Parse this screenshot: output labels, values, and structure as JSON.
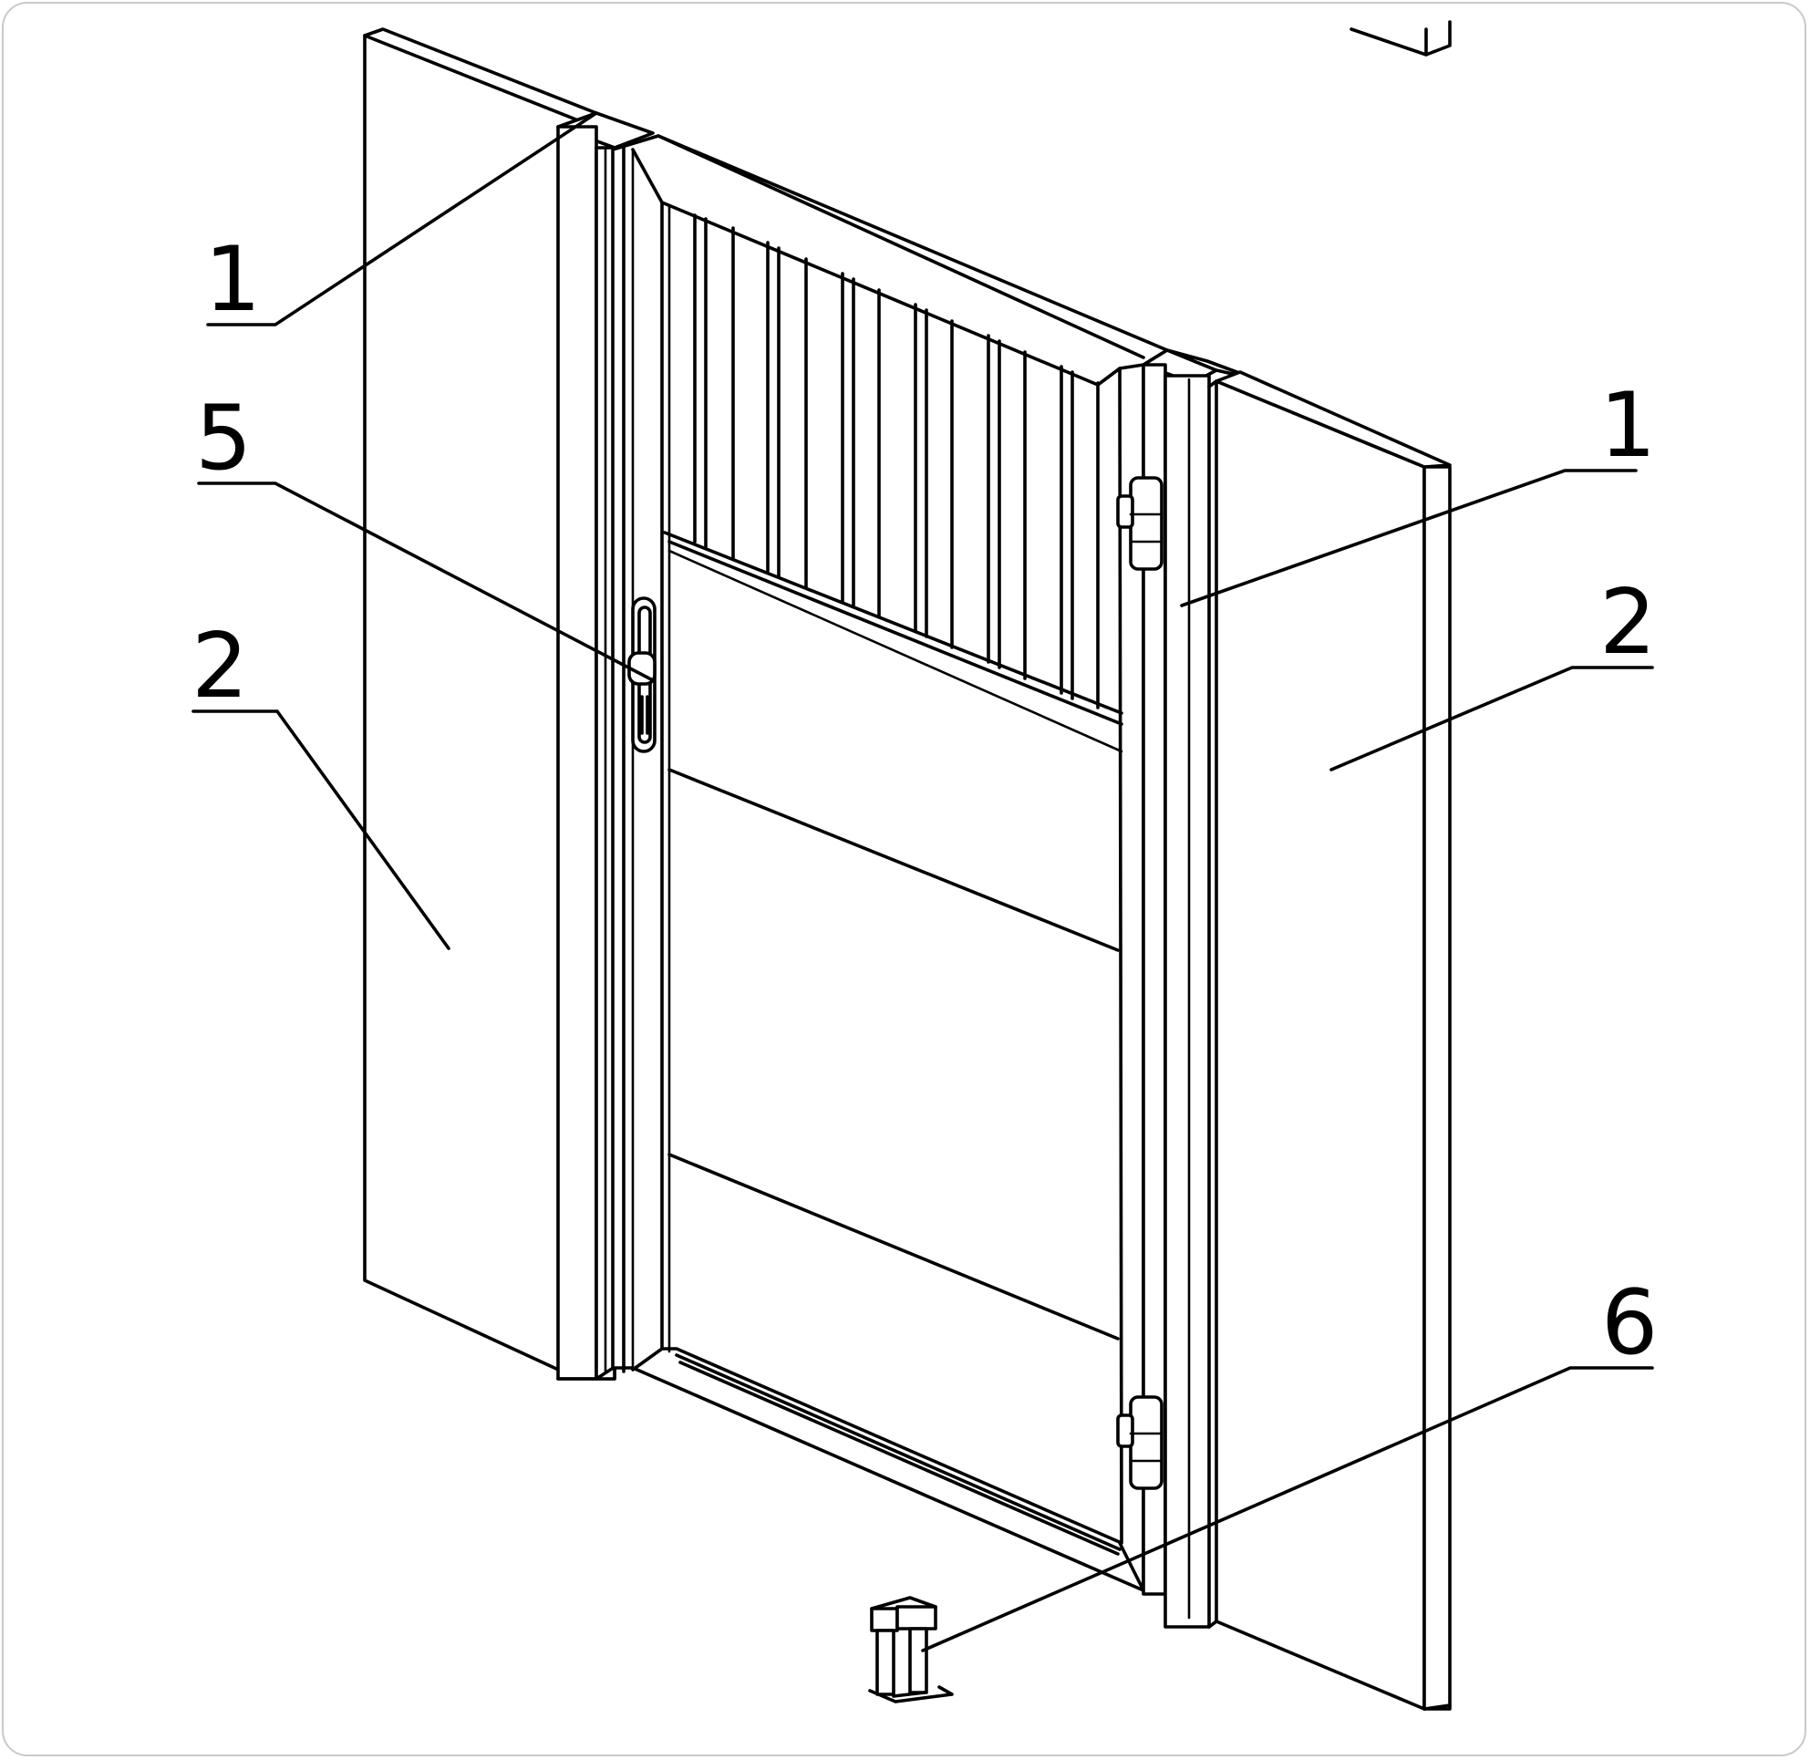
{
  "callouts": [
    {
      "id": "callout-1-left",
      "text": "1"
    },
    {
      "id": "callout-5",
      "text": "5"
    },
    {
      "id": "callout-2-left",
      "text": "2"
    },
    {
      "id": "callout-1-right",
      "text": "1"
    },
    {
      "id": "callout-2-right",
      "text": "2"
    },
    {
      "id": "callout-6",
      "text": "6"
    }
  ]
}
